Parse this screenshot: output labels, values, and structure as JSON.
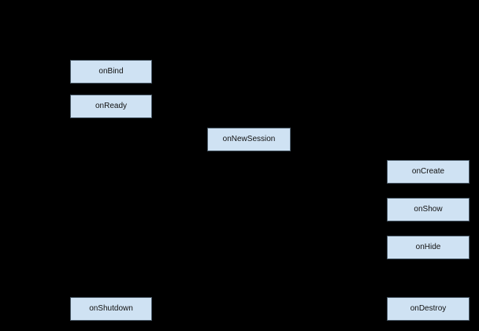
{
  "diagram": {
    "title": "lifecycle-flow-diagram",
    "nodes": [
      {
        "id": "onBind",
        "label": "onBind"
      },
      {
        "id": "onReady",
        "label": "onReady"
      },
      {
        "id": "onNewSession",
        "label": "onNewSession"
      },
      {
        "id": "onCreate",
        "label": "onCreate"
      },
      {
        "id": "onShow",
        "label": "onShow"
      },
      {
        "id": "onHide",
        "label": "onHide"
      },
      {
        "id": "onShutdown",
        "label": "onShutdown"
      },
      {
        "id": "onDestroy",
        "label": "onDestroy"
      }
    ]
  },
  "colors": {
    "background": "#000000",
    "node_fill": "#cfe2f3",
    "node_border": "#4a5a68",
    "node_text": "#111111"
  }
}
